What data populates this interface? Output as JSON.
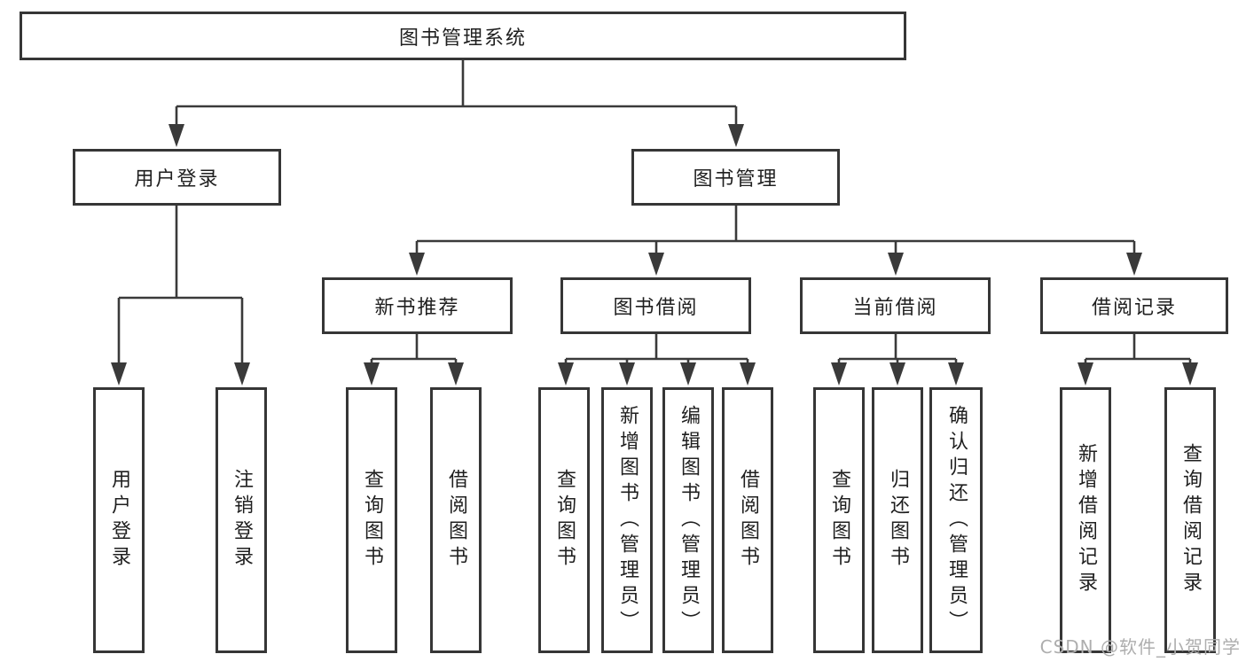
{
  "diagram": {
    "type": "hierarchy-tree",
    "tree": {
      "label": "图书管理系统",
      "children": [
        {
          "label": "用户登录",
          "children": [
            {
              "label": "用户登录"
            },
            {
              "label": "注销登录"
            }
          ]
        },
        {
          "label": "图书管理",
          "children": [
            {
              "label": "新书推荐",
              "children": [
                {
                  "label": "查询图书"
                },
                {
                  "label": "借阅图书"
                }
              ]
            },
            {
              "label": "图书借阅",
              "children": [
                {
                  "label": "查询图书"
                },
                {
                  "label": "新增图书（管理员）"
                },
                {
                  "label": "编辑图书（管理员）"
                },
                {
                  "label": "借阅图书"
                }
              ]
            },
            {
              "label": "当前借阅",
              "children": [
                {
                  "label": "查询图书"
                },
                {
                  "label": "归还图书"
                },
                {
                  "label": "确认归还（管理员）"
                }
              ]
            },
            {
              "label": "借阅记录",
              "children": [
                {
                  "label": "新增借阅记录"
                },
                {
                  "label": "查询借阅记录"
                }
              ]
            }
          ]
        }
      ]
    },
    "colors": {
      "line": "#3a3a3a",
      "box_border": "#363636",
      "box_background": "#ffffff",
      "text": "#1f1f1f",
      "watermark": "#aeaeae",
      "page_background": "#ffffff"
    },
    "watermark": {
      "text": "CSDN @软件_小贺同学"
    }
  }
}
